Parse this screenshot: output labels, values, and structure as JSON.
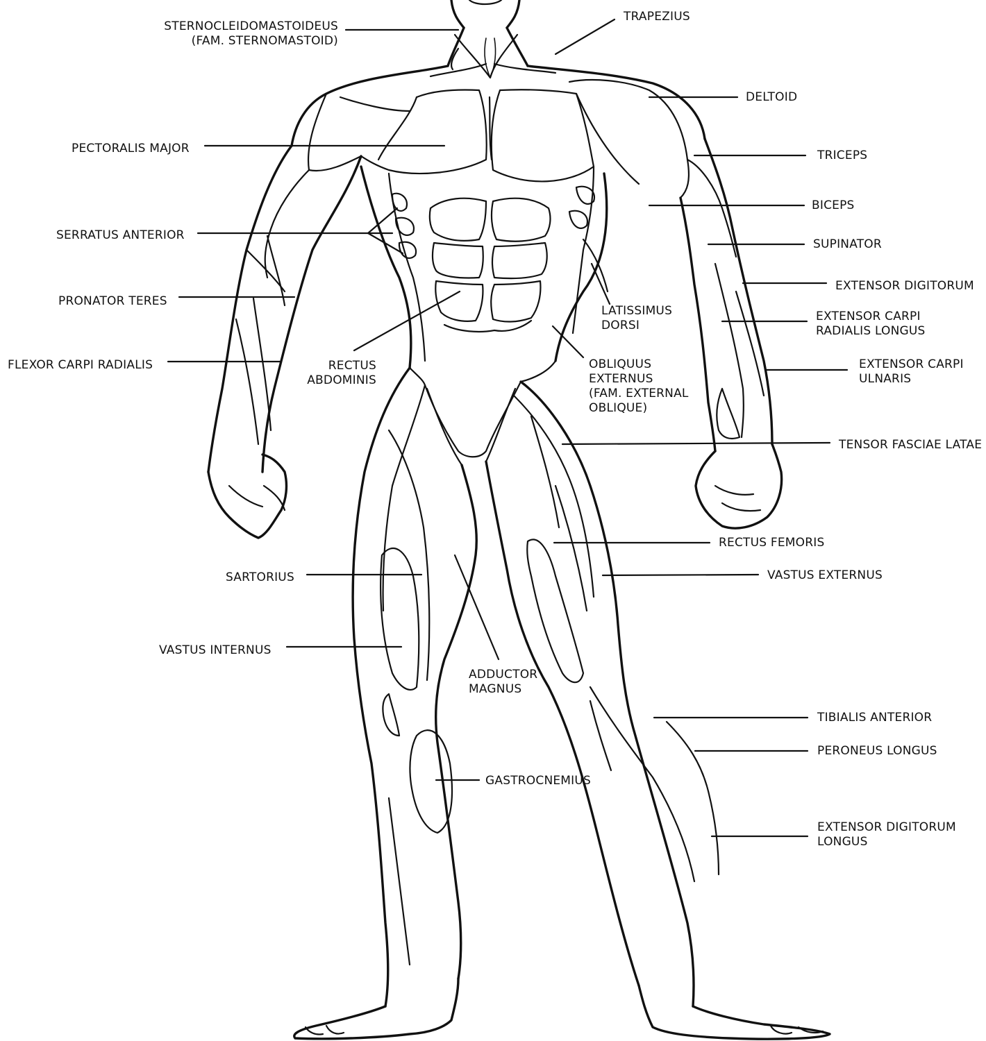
{
  "diagram": {
    "colors": {
      "ink": "#111111",
      "background": "#ffffff"
    },
    "labels": {
      "sternocleidomastoideus": [
        "STERNOCLEIDOMASTOIDEUS",
        "(FAM. STERNOMASTOID)"
      ],
      "trapezius": [
        "TRAPEZIUS"
      ],
      "deltoid": [
        "DELTOID"
      ],
      "pectoralis_major": [
        "PECTORALIS MAJOR"
      ],
      "triceps": [
        "TRICEPS"
      ],
      "biceps": [
        "BICEPS"
      ],
      "serratus_anterior": [
        "SERRATUS ANTERIOR"
      ],
      "supinator": [
        "SUPINATOR"
      ],
      "extensor_digitorum": [
        "EXTENSOR DIGITORUM"
      ],
      "pronator_teres": [
        "PRONATOR TERES"
      ],
      "latissimus_dorsi": [
        "LATISSIMUS",
        "DORSI"
      ],
      "extensor_carpi_radialis_longus": [
        "EXTENSOR CARPI",
        "RADIALIS LONGUS"
      ],
      "flexor_carpi_radialis": [
        "FLEXOR CARPI RADIALIS"
      ],
      "rectus_abdominis": [
        "RECTUS",
        "ABDOMINIS"
      ],
      "obliquus_externus": [
        "OBLIQUUS",
        "EXTERNUS",
        "(FAM. EXTERNAL",
        "OBLIQUE)"
      ],
      "extensor_carpi_ulnaris": [
        "EXTENSOR CARPI",
        "ULNARIS"
      ],
      "tensor_fasciae_latae": [
        "TENSOR FASCIAE LATAE"
      ],
      "rectus_femoris": [
        "RECTUS FEMORIS"
      ],
      "sartorius": [
        "SARTORIUS"
      ],
      "vastus_externus": [
        "VASTUS EXTERNUS"
      ],
      "vastus_internus": [
        "VASTUS INTERNUS"
      ],
      "adductor_magnus": [
        "ADDUCTOR",
        "MAGNUS"
      ],
      "tibialis_anterior": [
        "TIBIALIS ANTERIOR"
      ],
      "peroneus_longus": [
        "PERONEUS LONGUS"
      ],
      "gastrocnemius": [
        "GASTROCNEMIUS"
      ],
      "extensor_digitorum_longus": [
        "EXTENSOR DIGITORUM",
        "LONGUS"
      ]
    }
  }
}
